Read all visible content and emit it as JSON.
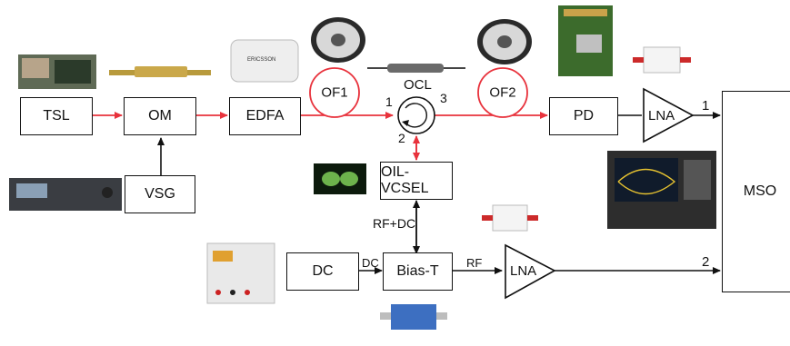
{
  "blocks": {
    "tsl": "TSL",
    "om": "OM",
    "edfa": "EDFA",
    "vsg": "VSG",
    "pd": "PD",
    "oil_vcsel": "OIL-VCSEL",
    "dc": "DC",
    "bias_t": "Bias-T",
    "mso": "MSO"
  },
  "amplifiers": {
    "lna_top": "LNA",
    "lna_bottom": "LNA"
  },
  "fibers": {
    "of1": "OF1",
    "of2": "OF2"
  },
  "circulator": {
    "label": "OCL",
    "port1": "1",
    "port2": "2",
    "port3": "3"
  },
  "links": {
    "rf_dc": "RF+DC",
    "dc": "DC",
    "rf": "RF"
  },
  "mso_ports": {
    "port1": "1",
    "port2": "2"
  },
  "vendor_text": "ERICSSON",
  "colors": {
    "optical": "#e8323c",
    "electrical": "#111111"
  }
}
